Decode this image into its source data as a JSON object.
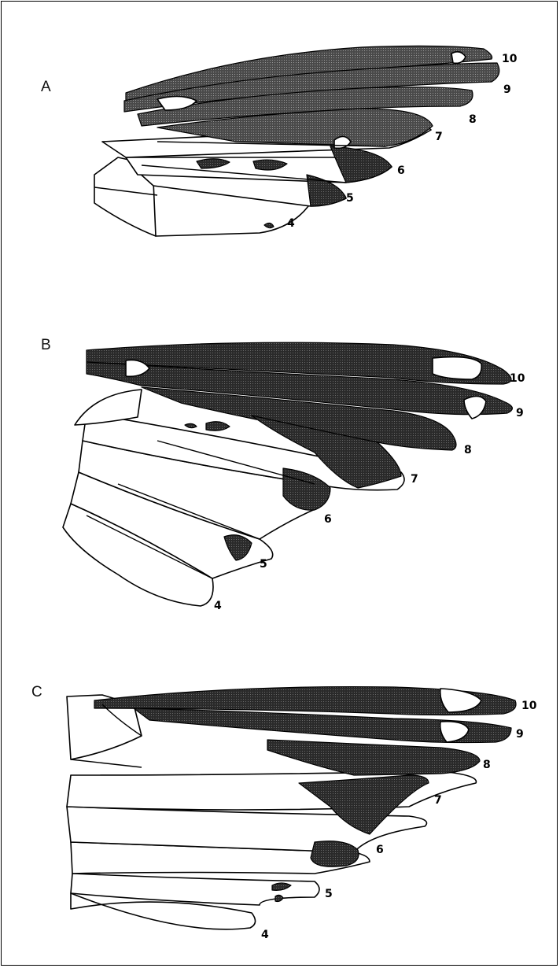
{
  "panels": [
    {
      "letter": "A",
      "labels": [
        "10",
        "9",
        "8",
        "7",
        "6",
        "5",
        "4"
      ]
    },
    {
      "letter": "B",
      "labels": [
        "10",
        "9",
        "8",
        "7",
        "6",
        "5",
        "4"
      ]
    },
    {
      "letter": "C",
      "labels": [
        "10",
        "9",
        "8",
        "7",
        "6",
        "5",
        "4"
      ]
    }
  ]
}
